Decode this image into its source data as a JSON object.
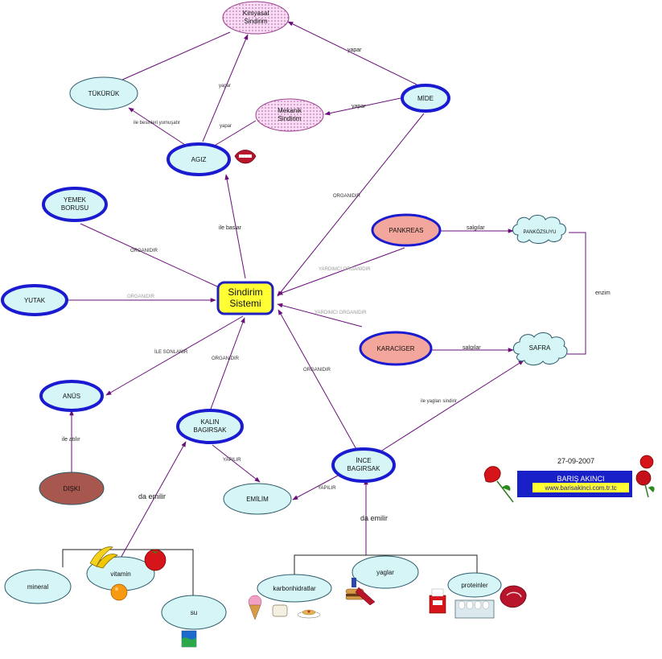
{
  "center": {
    "line1": "Sindirim",
    "line2": "Sistemi"
  },
  "nodes": {
    "kimyasal": {
      "line1": "Kimyasal",
      "line2": "Sindirim"
    },
    "mekanik": {
      "line1": "Mekanik",
      "line2": "Sindirim"
    },
    "tukuruk": "TÜKÜRÜK",
    "mide": "MİDE",
    "agiz": "AGIZ",
    "yemek_borusu": {
      "line1": "YEMEK",
      "line2": "BORUSU"
    },
    "pankreas": "PANKREAS",
    "pankozsuyu": "PANKÖZSUYU",
    "safra": "SAFRA",
    "karaciger": "KARACİGER",
    "yutak": "YUTAK",
    "anus": "ANÜS",
    "diski": "DIŞKI",
    "kalin_bagirsak": {
      "line1": "KALIN",
      "line2": "BAGIRSAK"
    },
    "ince_bagirsak": {
      "line1": "İNCE",
      "line2": "BAGIRSAK"
    },
    "emilim": "EMİLİM",
    "mineral": "mineral",
    "vitamin": "vitamin",
    "su": "su",
    "karbonhidratlar": "karbonhidratlar",
    "yaglar": "yaglar",
    "proteinler": "proteinler"
  },
  "links": {
    "yapar_mide_kimyasal": "yapar",
    "yapar_mide_mekanik": "yapar",
    "yapar_agiz_kimyasal": "yapar",
    "yapar_agiz_mekanik": "yapar",
    "ile_besinleri": "ile besinleri yumuşatır",
    "ile_baslar": "ile baslar",
    "organidir_mide": "ORGANIDIR",
    "organidir_yemek": "ORGANIDIR",
    "organidir_yutak": "ORGANIDIR",
    "yardimci_pankreas": "YARDIMCI ORGANIDIR",
    "yardimci_karaciger": "YARDIMCI ORGANIDIR",
    "salgilar_pankreas": "salgılar",
    "salgilar_karaciger": "salgılar",
    "enzim": "enzim",
    "ile_sonlanir": "İLE SONLANIR",
    "organidir_kalin": "ORGANIDIR",
    "organidir_ince": "ORGANIDIR",
    "ile_atilir": "ile atılır",
    "yapilir_kalin": "YAPILIR",
    "yapilir_ince": "YAPILIR",
    "da_emilir_kalin": "da emilir",
    "da_emilir_ince": "da emilir",
    "ile_yaglari": "ile yagları sindirir"
  },
  "footer": {
    "date": "27-09-2007",
    "name": "BARIŞ AKINCI",
    "url": "www.barisakinci.com.tr.tc"
  },
  "colors": {
    "node_fill": "#d6f5f7",
    "node_border_blue": "#1a1ad0",
    "node_border_thin": "#2c5a6a",
    "center_fill": "#ffff33",
    "center_border": "#2020c0",
    "pink_fill": "#f3a69b",
    "diski_fill": "#a7574e",
    "kimyasal_fill": "#f2c6ec",
    "link": "#6a0f7a"
  },
  "icons": [
    "mouth-icon",
    "banana-icon",
    "tomato-icon",
    "orange-icon",
    "water-icon",
    "ice-cream-icon",
    "bread-icon",
    "pasta-icon",
    "burger-icon",
    "sauce-icon",
    "milk-icon",
    "eggs-icon",
    "meat-icon",
    "rose-icon"
  ]
}
